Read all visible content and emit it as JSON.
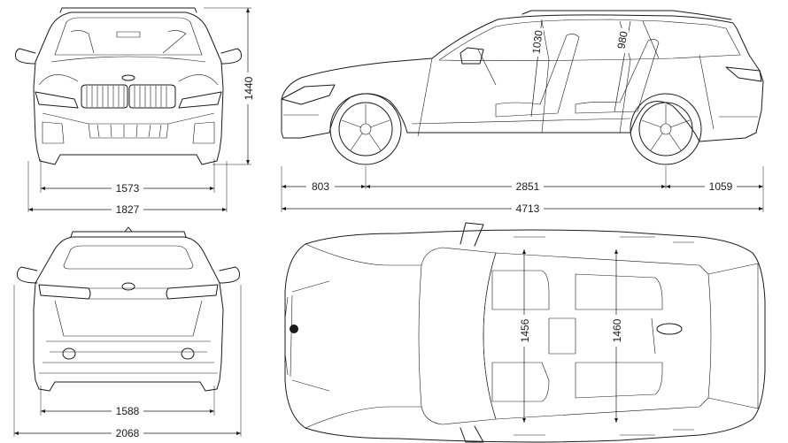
{
  "dimensions": {
    "front_track": "1573",
    "body_width": "1827",
    "rear_track": "1588",
    "width_with_mirrors": "2068",
    "height": "1440",
    "front_overhang": "803",
    "wheelbase": "2851",
    "rear_overhang": "1059",
    "length": "4713",
    "front_headroom": "1030",
    "rear_headroom": "980",
    "front_shoulder_width": "1456",
    "rear_shoulder_width": "1460"
  },
  "colors": {
    "line": "#1a1a1a",
    "background": "#ffffff"
  }
}
